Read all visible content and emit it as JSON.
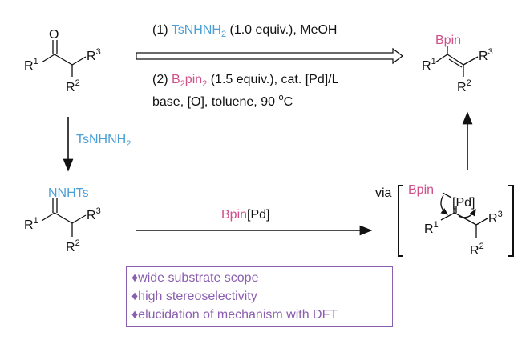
{
  "colors": {
    "reagent_blue": "#4a9fd8",
    "boron_pink": "#d0508a",
    "highlight_purple": "#8b5fb0"
  },
  "ketone": {
    "O": "O",
    "R1": "R",
    "R1_sup": "1",
    "R2": "R",
    "R2_sup": "2",
    "R3": "R",
    "R3_sup": "3"
  },
  "conditions": {
    "step1_prefix": "(1) ",
    "step1_reagent": "TsNHNH",
    "step1_reagent_sub": "2",
    "step1_rest": " (1.0 equiv.), MeOH",
    "step2_prefix": "(2) ",
    "step2_reagent_a": "B",
    "step2_reagent_sub1": "2",
    "step2_reagent_b": "pin",
    "step2_reagent_sub2": "2",
    "step2_rest": " (1.5 equiv.), cat. [Pd]/L",
    "step3_text": "base, [O], toluene, 90 ",
    "step3_deg": "o",
    "step3_unit": "C"
  },
  "product": {
    "Bpin": "Bpin",
    "R1": "R",
    "R1_sup": "1",
    "R2": "R",
    "R2_sup": "2",
    "R3": "R",
    "R3_sup": "3"
  },
  "down_arrow_label": {
    "text": "TsNHNH",
    "sub": "2"
  },
  "hydrazone": {
    "NNHTs": "NNHTs",
    "R1": "R",
    "R1_sup": "1",
    "R2": "R",
    "R2_sup": "2",
    "R3": "R",
    "R3_sup": "3"
  },
  "horizontal_arrow_label": {
    "bpin": "Bpin",
    "pd": "[Pd]"
  },
  "intermediate": {
    "via": "via",
    "Bpin": "Bpin",
    "Pd": "[Pd]",
    "R1": "R",
    "R1_sup": "1",
    "R2": "R",
    "R2_sup": "2",
    "R3": "R",
    "R3_sup": "3"
  },
  "features": [
    "wide substrate scope",
    "high stereoselectivity",
    "elucidation of mechanism with DFT"
  ],
  "bullet": "♦"
}
